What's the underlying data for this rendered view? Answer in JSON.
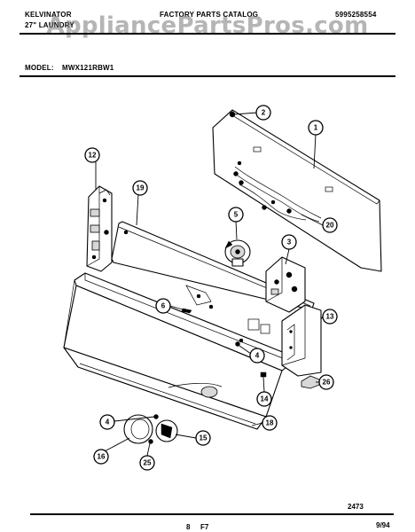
{
  "header": {
    "left_line1": "KELVINATOR",
    "left_line2": "27\" LAUNDRY",
    "center": "FACTORY PARTS CATALOG",
    "part_number": "5995258554"
  },
  "watermark": "AppliancePartsPros.com",
  "model": {
    "label": "MODEL:",
    "value": "MWX121RBW1"
  },
  "callouts": [
    {
      "id": "c2",
      "label": "2"
    },
    {
      "id": "c1",
      "label": "1"
    },
    {
      "id": "c12",
      "label": "12"
    },
    {
      "id": "c19",
      "label": "19"
    },
    {
      "id": "c5",
      "label": "5"
    },
    {
      "id": "c20",
      "label": "20"
    },
    {
      "id": "c3",
      "label": "3"
    },
    {
      "id": "c6",
      "label": "6"
    },
    {
      "id": "c13",
      "label": "13"
    },
    {
      "id": "c4a",
      "label": "4"
    },
    {
      "id": "c14",
      "label": "14"
    },
    {
      "id": "c26",
      "label": "26"
    },
    {
      "id": "c4b",
      "label": "4"
    },
    {
      "id": "c18",
      "label": "18"
    },
    {
      "id": "c15",
      "label": "15"
    },
    {
      "id": "c16",
      "label": "16"
    },
    {
      "id": "c25",
      "label": "25"
    }
  ],
  "footer": {
    "figure_code": "2473",
    "page": "8",
    "section": "F7",
    "date": "9/94"
  }
}
